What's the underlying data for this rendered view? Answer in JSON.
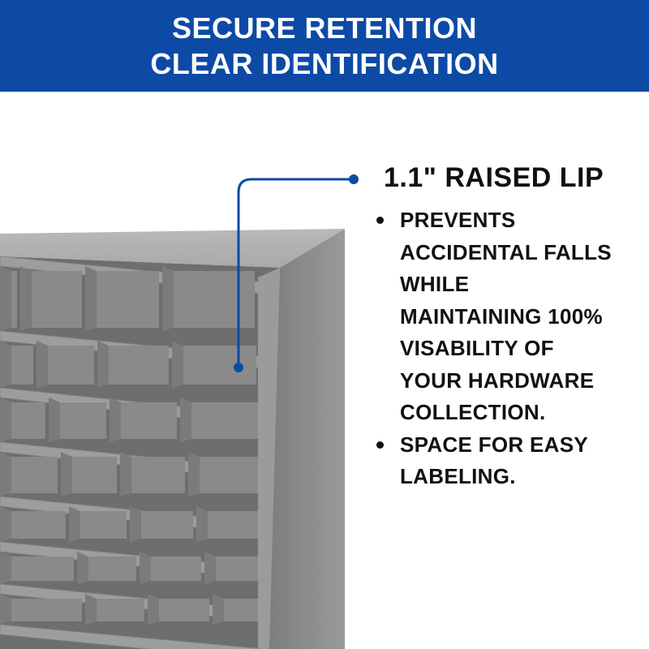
{
  "banner": {
    "line1": "SECURE RETENTION",
    "line2": "CLEAR IDENTIFICATION",
    "background_color": "#0c4aa6"
  },
  "callout": {
    "title": "1.1\" RAISED LIP",
    "connector_color": "#0c4aa6",
    "bullets": [
      {
        "lines": [
          "PREVENTS",
          "ACCIDENTAL FALLS",
          "WHILE",
          "MAINTAINING 100%",
          "VISABILITY OF",
          "YOUR HARDWARE",
          "COLLECTION."
        ]
      },
      {
        "lines": [
          "SPACE FOR EASY",
          "LABELING."
        ]
      }
    ]
  },
  "product": {
    "name": "steel-bin-cabinet",
    "color": "#8e8e8e"
  }
}
